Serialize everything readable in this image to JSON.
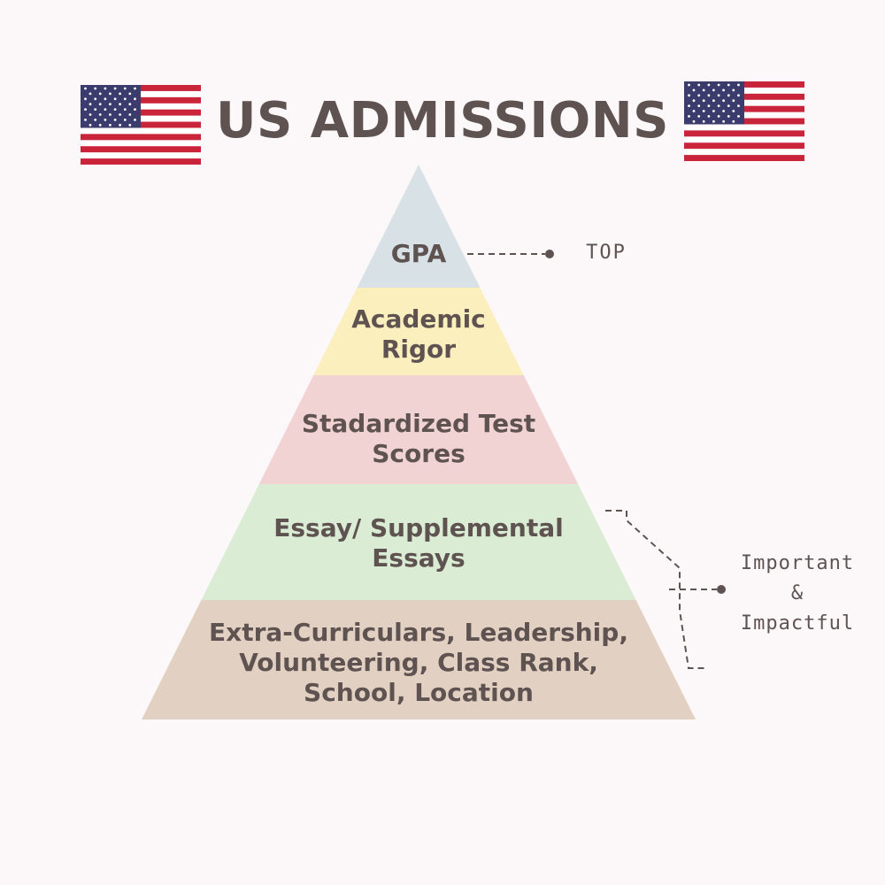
{
  "title": "US ADMISSIONS",
  "colors": {
    "text": "#5f5352",
    "flag_red": "#c9243a",
    "flag_blue": "#3c3b6e",
    "flag_white": "#ffffff"
  },
  "icons": {
    "left_flag": "us-flag-icon",
    "right_flag": "us-flag-icon"
  },
  "pyramid": {
    "layers": [
      {
        "label": "GPA",
        "color": "#d7e1e6"
      },
      {
        "label": "Academic\nRigor",
        "color": "#fcefbe"
      },
      {
        "label": "Stadardized Test\nScores",
        "color": "#f1d3d4"
      },
      {
        "label": "Essay/ Supplemental\nEssays",
        "color": "#daecd3"
      },
      {
        "label": "Extra-Curriculars, Leadership,\nVolunteering, Class Rank,\nSchool, Location",
        "color": "#e2d1c3"
      }
    ]
  },
  "annotations": {
    "top": "TOP",
    "important": "Important\n&\nImpactful"
  }
}
